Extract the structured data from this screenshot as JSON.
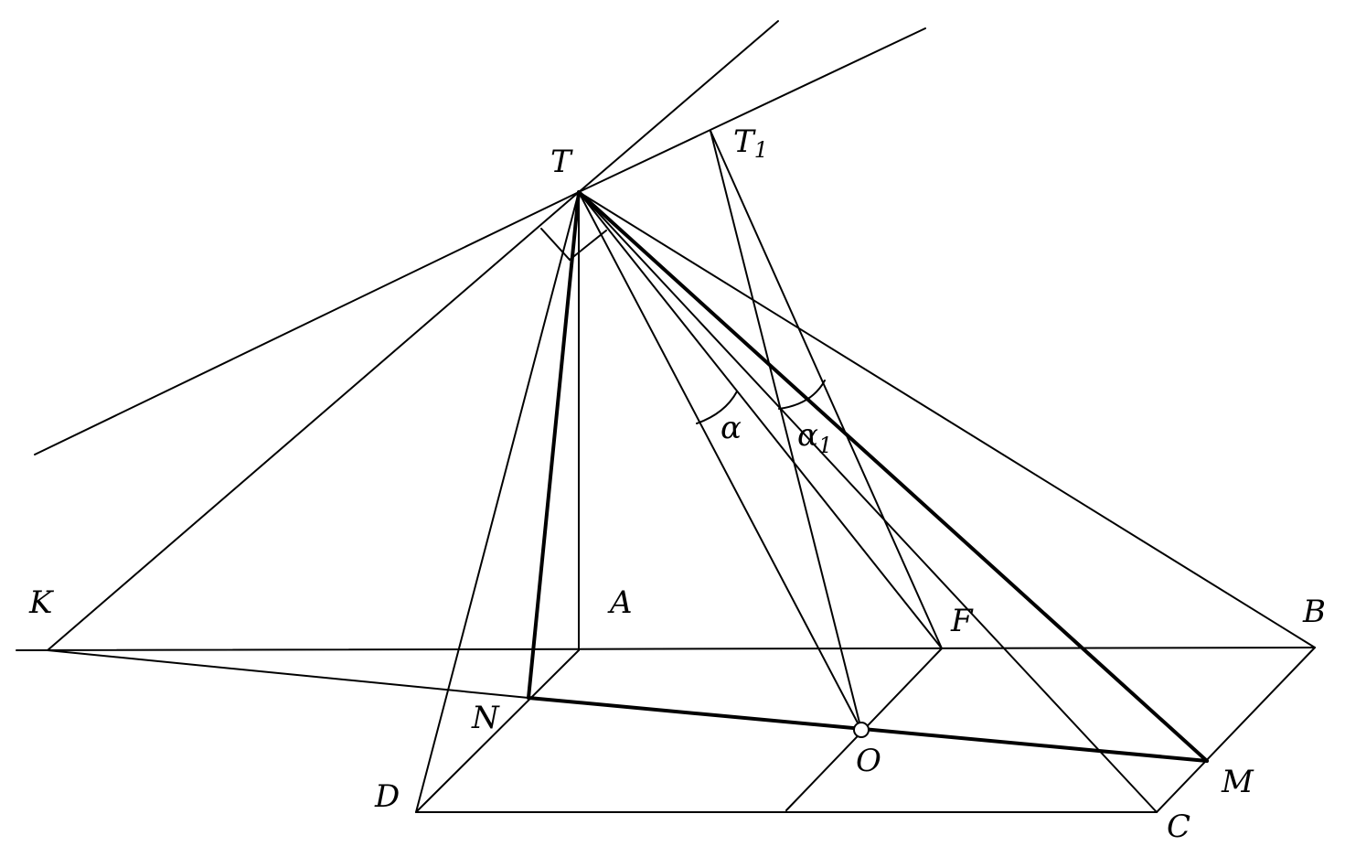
{
  "labels": {
    "T": "T",
    "T1_main": "T",
    "T1_sub": "1",
    "K": "K",
    "A": "A",
    "F": "F",
    "B": "B",
    "N": "N",
    "O": "O",
    "D": "D",
    "C": "C",
    "M": "M",
    "alpha": "α",
    "alpha1_main": "α",
    "alpha1_sub": "1"
  }
}
